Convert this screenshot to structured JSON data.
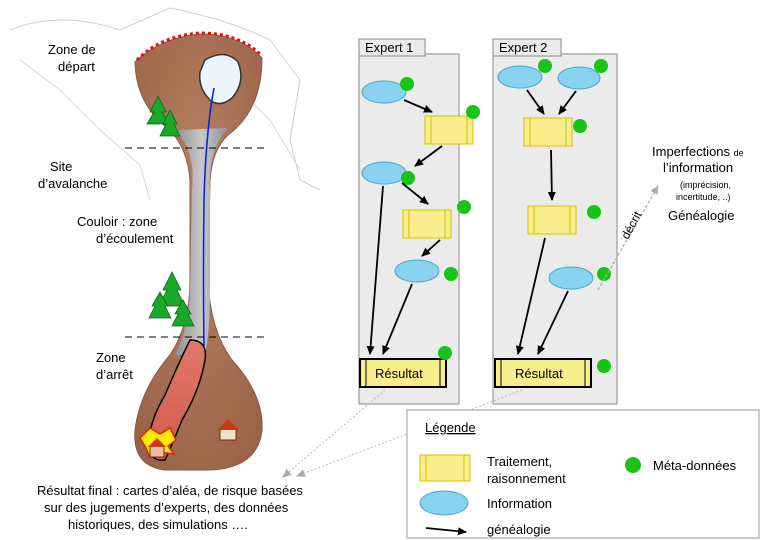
{
  "left": {
    "zone_depart": [
      "Zone de",
      "départ"
    ],
    "site": [
      "Site",
      "d’avalanche"
    ],
    "couloir": [
      "Couloir : zone",
      "d’écoulement"
    ],
    "zone_arret": [
      "Zone",
      "d’arrêt"
    ]
  },
  "experts": {
    "expert1_title": "Expert 1",
    "expert2_title": "Expert 2",
    "resultat_label": "Résultat"
  },
  "right": {
    "imperfections_main": "Imperfections",
    "imperfections_de": "de",
    "information": "l’information",
    "details1": "(imprécision,",
    "details2": "incertitude, ..)",
    "genealogie": "Généalogie",
    "decrit": "décrit"
  },
  "legend": {
    "title": "Légende",
    "traitement": [
      "Traitement,",
      "raisonnement"
    ],
    "information": "Information",
    "genealogie": "généalogie",
    "metadonnees": "Méta-données"
  },
  "footer": [
    "Résultat final : cartes d’aléa, de risque basées",
    "sur des jugements d’experts, des données",
    "historiques, des simulations …."
  ],
  "colors": {
    "terrain": "#a56f52",
    "couloir": "#9a9a9a",
    "ellipse_fill": "#87d3f0",
    "rect_fill": "#f8ee8e",
    "metadata_dot": "#19c419",
    "flow_line": "#0a28e0",
    "start_edge": "#e01010",
    "panel_bg": "#ebebeb"
  }
}
